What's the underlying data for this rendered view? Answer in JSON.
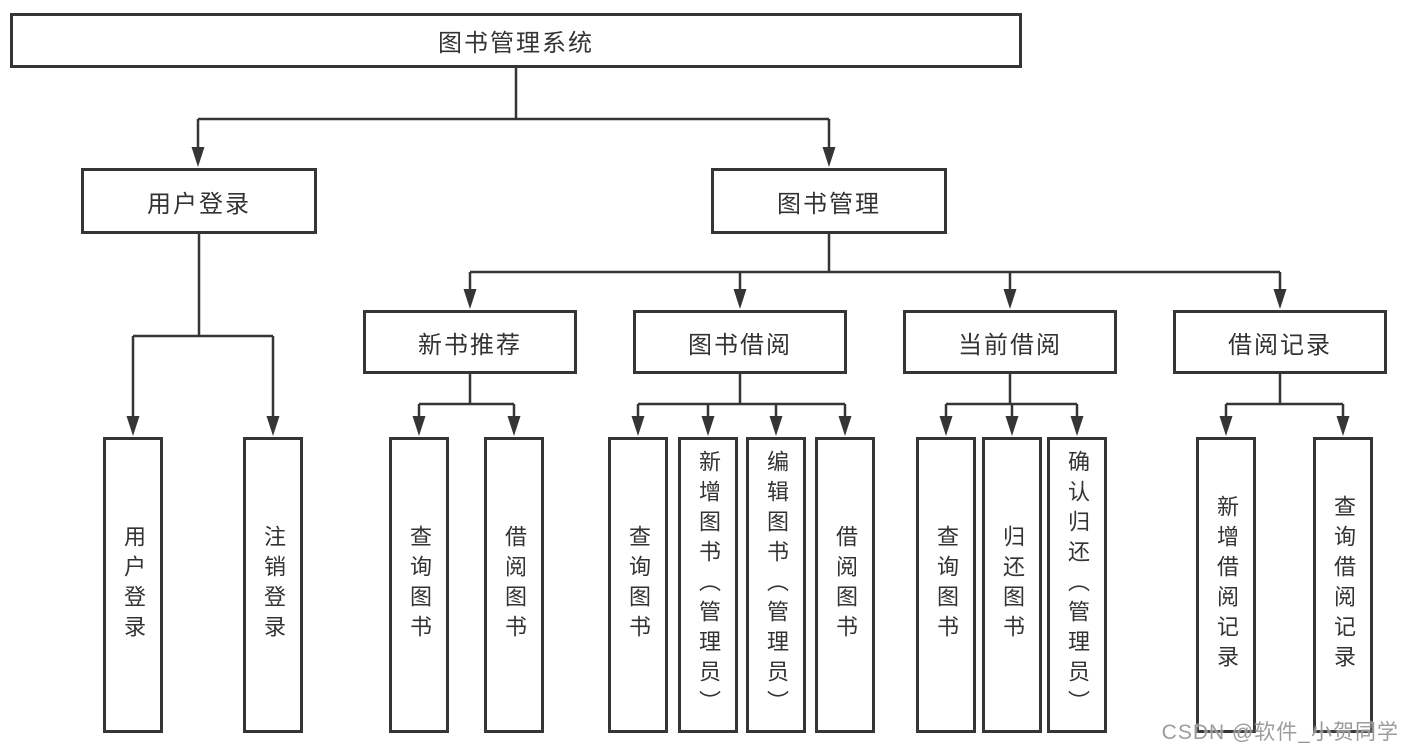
{
  "tree": {
    "root": {
      "label": "图书管理系统",
      "children": [
        {
          "label": "用户登录",
          "children": [
            {
              "label": "用户登录"
            },
            {
              "label": "注销登录"
            }
          ]
        },
        {
          "label": "图书管理",
          "children": [
            {
              "label": "新书推荐",
              "children": [
                {
                  "label": "查询图书"
                },
                {
                  "label": "借阅图书"
                }
              ]
            },
            {
              "label": "图书借阅",
              "children": [
                {
                  "label": "查询图书"
                },
                {
                  "label": "新增图书（管理员）"
                },
                {
                  "label": "编辑图书（管理员）"
                },
                {
                  "label": "借阅图书"
                }
              ]
            },
            {
              "label": "当前借阅",
              "children": [
                {
                  "label": "查询图书"
                },
                {
                  "label": "归还图书"
                },
                {
                  "label": "确认归还（管理员）"
                }
              ]
            },
            {
              "label": "借阅记录",
              "children": [
                {
                  "label": "新增借阅记录"
                },
                {
                  "label": "查询借阅记录"
                }
              ]
            }
          ]
        }
      ]
    }
  },
  "watermark": {
    "text": "CSDN @软件_小贺同学"
  },
  "colors": {
    "line": "#353535",
    "text": "#333333",
    "box_background": "#ffffff",
    "watermark": "#949494"
  }
}
